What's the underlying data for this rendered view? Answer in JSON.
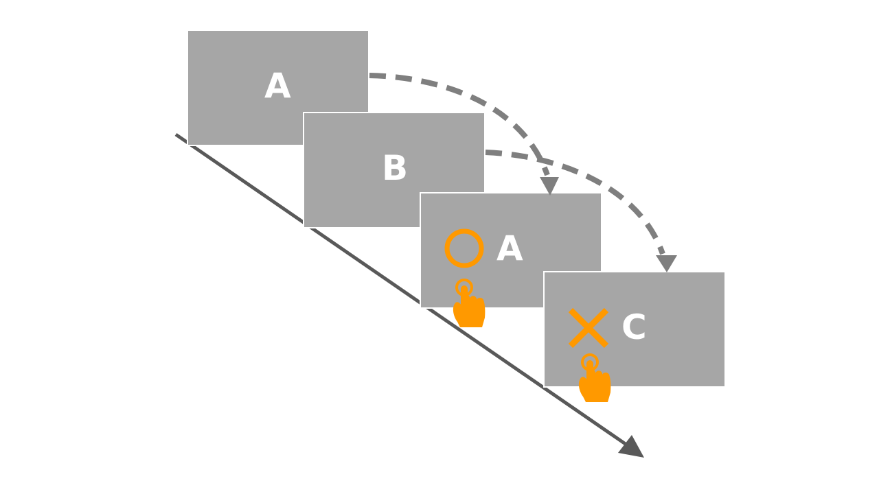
{
  "colors": {
    "card_fill": "#a6a6a6",
    "card_border": "#ffffff",
    "label": "#ffffff",
    "timeline": "#595959",
    "arrow": "#7f7f7f",
    "feedback": "#ff9900"
  },
  "cards": [
    {
      "label": "A"
    },
    {
      "label": "B"
    },
    {
      "label": "A",
      "feedback_icon": "circle-icon",
      "hand_icon": "tap-hand-icon"
    },
    {
      "label": "C",
      "feedback_icon": "cross-icon",
      "hand_icon": "tap-hand-icon"
    }
  ],
  "arrows": [
    {
      "from": "A",
      "to": "A",
      "style": "dashed"
    },
    {
      "from": "B",
      "to": "C",
      "style": "dashed"
    }
  ]
}
